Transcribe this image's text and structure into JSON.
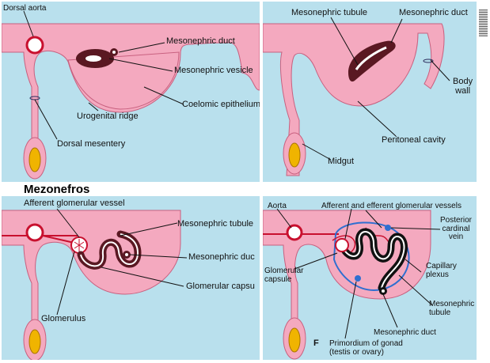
{
  "section_title": "Mezonefros",
  "panel_a": {
    "dorsal_aorta": "Dorsal aorta",
    "mesonephric_duct": "Mesonephric duct",
    "mesonephric_vesicle": "Mesonephric vesicle",
    "coelomic_epithelium": "Coelomic epithelium",
    "urogenital_ridge": "Urogenital ridge",
    "dorsal_mesentery": "Dorsal mesentery"
  },
  "panel_b": {
    "mesonephric_tubule": "Mesonephric tubule",
    "mesonephric_duct": "Mesonephric duct",
    "body_wall": "Body\nwall",
    "peritoneal_cavity": "Peritoneal cavity",
    "midgut": "Midgut"
  },
  "panel_c": {
    "afferent_vessel": "Afferent glomerular vessel",
    "mesonephric_tubule": "Mesonephric tubule",
    "mesonephric_duct": "Mesonephric duc",
    "glomerular_capsule": "Glomerular capsu",
    "glomerulus": "Glomerulus"
  },
  "panel_d": {
    "aorta": "Aorta",
    "afferent_efferent": "Afferent and efferent glomerular vessels",
    "posterior_cardinal_vein": "Posterior\ncardinal\nvein",
    "glomerular_capsule": "Glomerular\ncapsule",
    "capillary_plexus": "Capillary\nplexus",
    "mesonephric_tubule": "Mesonephric\ntubule",
    "mesonephric_duct": "Mesonephric duct",
    "primordium": "Primordium of gonad\n(testis or ovary)",
    "figure_letter": "F"
  },
  "colors": {
    "background": "#b9e0ed",
    "tissue": "#f4a9bf",
    "tissue_outline": "#c8607f",
    "tubule_dark": "#5a1822",
    "vessel_red": "#c8102e",
    "vein_blue": "#2f6fd0",
    "yolk": "#f0b400"
  }
}
